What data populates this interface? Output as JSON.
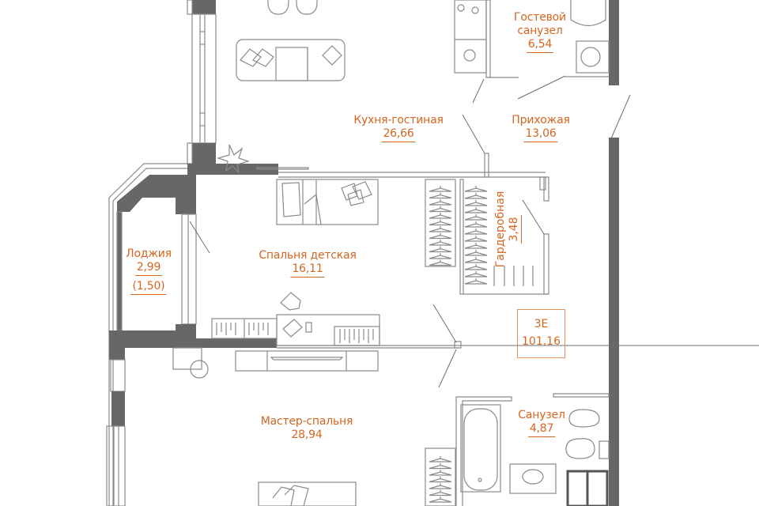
{
  "plan": {
    "apartment_type": "3E",
    "total_area": "101,16",
    "accent_color": "#d4661f",
    "wall_color": "#676767"
  },
  "rooms": {
    "guest_bath": {
      "name_line1": "Гостевой",
      "name_line2": "санузел",
      "area": "6,54"
    },
    "kitchen_living": {
      "name": "Кухня-гостиная",
      "area": "26,66"
    },
    "hallway": {
      "name": "Прихожая",
      "area": "13,06"
    },
    "loggia": {
      "name": "Лоджия",
      "area": "2,99",
      "area_reduced": "(1,50)"
    },
    "kids_bedroom": {
      "name": "Спальня детская",
      "area": "16,11"
    },
    "wardrobe": {
      "name": "Гардеробная",
      "area": "3,48"
    },
    "bathroom": {
      "name": "Санузел",
      "area": "4,87"
    },
    "master_bedroom": {
      "name": "Мастер-спальня",
      "area": "28,94"
    }
  }
}
